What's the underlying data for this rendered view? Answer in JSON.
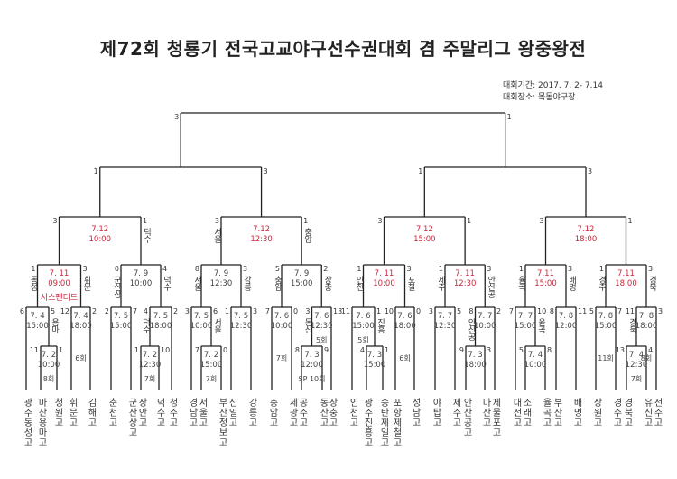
{
  "title": "제72회 청룡기 전국고교야구선수권대회 겸 주말리그 왕중왕전",
  "period": "대회기간: 2017. 7. 2- 7.14",
  "venue": "대회장소: 목동야구장",
  "colors": {
    "highlight": "#c8283c",
    "line": "#222222"
  },
  "bracket": {
    "round": 6,
    "left": {
      "score": "3",
      "child": {
        "round": 5,
        "left": {
          "score": "1",
          "child": {
            "round": 4,
            "date": "7.12",
            "time": "10:00",
            "red": true,
            "left": {
              "score": "3",
              "child": {
                "round": 3,
                "date": "7. 11",
                "time": "09:00",
                "note": "서스펜디드",
                "red": true,
                "left": {
                  "score": "1",
                  "label": "동성",
                  "child": {
                    "round": 2,
                    "date": "7. 4",
                    "time": "15:00",
                    "left": {
                      "score": "6",
                      "child": {
                        "team": "광주동성고"
                      }
                    },
                    "right": {
                      "score": "5",
                      "label": "용마",
                      "child": {
                        "round": 1,
                        "date": "7. 2",
                        "time": "10:00",
                        "note": "8회",
                        "left": {
                          "score": "11",
                          "child": {
                            "team": "마산용마고"
                          }
                        },
                        "right": {
                          "score": "1",
                          "child": {
                            "team": "청원고"
                          }
                        }
                      }
                    }
                  }
                },
                "right": {
                  "score": "3",
                  "label": "휘문",
                  "child": {
                    "round": 2,
                    "date": "7. 4",
                    "time": "18:00",
                    "note": "6회",
                    "left": {
                      "score": "12",
                      "child": {
                        "team": "휘문고"
                      }
                    },
                    "right": {
                      "score": "2",
                      "child": {
                        "team": "김해고"
                      }
                    }
                  }
                }
              }
            },
            "right": {
              "score": "1",
              "label": "덕수",
              "child": {
                "round": 3,
                "date": "7. 9",
                "time": "10:00",
                "left": {
                  "score": "0",
                  "label": "군산상",
                  "child": {
                    "round": 2,
                    "date": "7. 5",
                    "time": "15:00",
                    "left": {
                      "score": "2",
                      "child": {
                        "team": "춘천고"
                      }
                    },
                    "right": {
                      "score": "7",
                      "child": {
                        "team": "군산상고"
                      }
                    }
                  }
                },
                "right": {
                  "score": "4",
                  "label": "덕수",
                  "child": {
                    "round": 2,
                    "date": "7. 5",
                    "time": "18:00",
                    "left": {
                      "score": "4",
                      "label": "덕수",
                      "child": {
                        "round": 1,
                        "date": "7. 2",
                        "time": "12:30",
                        "note": "7회",
                        "left": {
                          "score": "1",
                          "child": {
                            "team": "장안고"
                          }
                        },
                        "right": {
                          "score": "10",
                          "child": {
                            "team": "덕수고"
                          }
                        }
                      }
                    },
                    "right": {
                      "score": "2",
                      "child": {
                        "team": "청주고"
                      }
                    }
                  }
                }
              }
            }
          }
        },
        "right": {
          "score": "3",
          "child": {
            "round": 4,
            "date": "7.12",
            "time": "12:30",
            "red": true,
            "left": {
              "score": "3",
              "label": "서울",
              "child": {
                "round": 3,
                "date": "7. 9",
                "time": "12:30",
                "left": {
                  "score": "8",
                  "label": "서울",
                  "child": {
                    "round": 2,
                    "date": "7. 5",
                    "time": "10:00",
                    "left": {
                      "score": "3",
                      "child": {
                        "team": "경남고"
                      }
                    },
                    "right": {
                      "score": "6",
                      "label": "서울",
                      "child": {
                        "round": 1,
                        "date": "7. 2",
                        "time": "15:00",
                        "note": "7회",
                        "left": {
                          "score": "7",
                          "child": {
                            "team": "서울고"
                          }
                        },
                        "right": {
                          "score": "0",
                          "child": {
                            "team": "부산정보고"
                          }
                        }
                      }
                    }
                  }
                },
                "right": {
                  "score": "3",
                  "label": "강릉",
                  "child": {
                    "round": 2,
                    "date": "7. 5",
                    "time": "12:30",
                    "left": {
                      "score": "1",
                      "child": {
                        "team": "신일고"
                      }
                    },
                    "right": {
                      "score": "3",
                      "child": {
                        "team": "강릉고"
                      }
                    }
                  }
                }
              }
            },
            "right": {
              "score": "1",
              "label": "충암",
              "child": {
                "round": 3,
                "date": "7. 9",
                "time": "15:00",
                "left": {
                  "score": "5",
                  "label": "충암",
                  "child": {
                    "round": 2,
                    "date": "7. 6",
                    "time": "10:00",
                    "note": "7회",
                    "left": {
                      "score": "7",
                      "child": {
                        "team": "충암고"
                      }
                    },
                    "right": {
                      "score": "0",
                      "child": {
                        "team": "세광고"
                      }
                    }
                  }
                },
                "right": {
                  "score": "2",
                  "label": "장충",
                  "child": {
                    "round": 2,
                    "date": "7. 6",
                    "time": "12:30",
                    "note": "5회",
                    "left": {
                      "score": "3",
                      "label": "동산",
                      "child": {
                        "round": 1,
                        "date": "7. 3",
                        "time": "12:00",
                        "note": "SP 10회",
                        "left": {
                          "score": "8",
                          "child": {
                            "team": "공주고"
                          }
                        },
                        "right": {
                          "score": "9",
                          "child": {
                            "team": "동산고"
                          }
                        }
                      }
                    },
                    "right": {
                      "score": "13",
                      "child": {
                        "team": "장충고"
                      }
                    }
                  }
                }
              }
            }
          }
        }
      }
    },
    "right": {
      "score": "1",
      "child": {
        "round": 5,
        "left": {
          "score": "1",
          "child": {
            "round": 4,
            "date": "7.12",
            "time": "15:00",
            "red": true,
            "left": {
              "score": "3",
              "child": {
                "round": 3,
                "date": "7. 11",
                "time": "10:00",
                "red": true,
                "left": {
                  "score": "1",
                  "label": "인천",
                  "child": {
                    "round": 2,
                    "date": "7. 6",
                    "time": "15:00",
                    "note": "5회",
                    "left": {
                      "score": "11",
                      "child": {
                        "team": "인천고"
                      }
                    },
                    "right": {
                      "score": "1",
                      "label": "진흥",
                      "child": {
                        "round": 1,
                        "date": "7. 3",
                        "time": "15:00",
                        "left": {
                          "score": "4",
                          "child": {
                            "team": "광주진흥고"
                          }
                        },
                        "right": {
                          "score": "1",
                          "child": {
                            "team": "송탄제일고"
                          }
                        }
                      }
                    }
                  }
                },
                "right": {
                  "score": "3",
                  "label": "포철",
                  "child": {
                    "round": 2,
                    "date": "7. 6",
                    "time": "18:00",
                    "note": "6회",
                    "left": {
                      "score": "10",
                      "child": {
                        "team": "포항제철고"
                      }
                    },
                    "right": {
                      "score": "0",
                      "child": {
                        "team": "성남고"
                      }
                    }
                  }
                }
              }
            },
            "right": {
              "score": "1",
              "child": {
                "round": 3,
                "date": "7. 11",
                "time": "12:30",
                "red": true,
                "left": {
                  "score": "1",
                  "label": "제주",
                  "child": {
                    "round": 2,
                    "date": "7. 7",
                    "time": "12:30",
                    "left": {
                      "score": "3",
                      "child": {
                        "team": "야탑고"
                      }
                    },
                    "right": {
                      "score": "5",
                      "child": {
                        "team": "제주고"
                      }
                    }
                  }
                },
                "right": {
                  "score": "3",
                  "label": "안산공",
                  "child": {
                    "round": 2,
                    "date": "7. 7",
                    "time": "10:00",
                    "left": {
                      "score": "8",
                      "label": "안산공",
                      "child": {
                        "round": 1,
                        "date": "7. 3",
                        "time": "18:00",
                        "left": {
                          "score": "9",
                          "child": {
                            "team": "안산공고"
                          }
                        },
                        "right": {
                          "score": "3",
                          "child": {
                            "team": "마산고"
                          }
                        }
                      }
                    },
                    "right": {
                      "score": "2",
                      "child": {
                        "team": "제물포고"
                      }
                    }
                  }
                }
              }
            }
          }
        },
        "right": {
          "score": "3",
          "child": {
            "round": 4,
            "date": "7.12",
            "time": "18:00",
            "red": true,
            "left": {
              "score": "3",
              "child": {
                "round": 3,
                "date": "7.11",
                "time": "15:00",
                "red": true,
                "left": {
                  "score": "1",
                  "label": "율곡",
                  "child": {
                    "round": 2,
                    "date": "7. 7",
                    "time": "15:00",
                    "left": {
                      "score": "7",
                      "child": {
                        "team": "대전고"
                      }
                    },
                    "right": {
                      "score": "10",
                      "label": "율곡",
                      "child": {
                        "round": 1,
                        "date": "7. 4",
                        "time": "10:00",
                        "left": {
                          "score": "5",
                          "child": {
                            "team": "소래고"
                          }
                        },
                        "right": {
                          "score": "8",
                          "child": {
                            "team": "율곡고"
                          }
                        }
                      }
                    }
                  }
                },
                "right": {
                  "score": "3",
                  "label": "배명",
                  "child": {
                    "round": 2,
                    "date": "7. 8",
                    "time": "12:00",
                    "left": {
                      "score": "8",
                      "child": {
                        "team": "부산고"
                      }
                    },
                    "right": {
                      "score": "11",
                      "child": {
                        "team": "배명고"
                      }
                    }
                  }
                }
              }
            },
            "right": {
              "score": "1",
              "child": {
                "round": 3,
                "date": "7.11",
                "time": "18:00",
                "red": true,
                "left": {
                  "score": "1",
                  "label": "경주",
                  "child": {
                    "round": 2,
                    "date": "7. 8",
                    "time": "15:00",
                    "note": "11회",
                    "left": {
                      "score": "5",
                      "child": {
                        "team": "상원고"
                      }
                    },
                    "right": {
                      "score": "7",
                      "child": {
                        "team": "경주고"
                      }
                    }
                  }
                },
                "right": {
                  "score": "3",
                  "label": "경북",
                  "child": {
                    "round": 2,
                    "date": "7. 8",
                    "time": "18:00",
                    "note": "8회",
                    "left": {
                      "score": "11",
                      "label": "경북",
                      "child": {
                        "round": 1,
                        "date": "7. 4",
                        "time": "12:30",
                        "note": "7회",
                        "left": {
                          "score": "13",
                          "child": {
                            "team": "경북고"
                          }
                        },
                        "right": {
                          "score": "4",
                          "child": {
                            "team": "유신고"
                          }
                        }
                      }
                    },
                    "right": {
                      "score": "3",
                      "child": {
                        "team": "전주고"
                      }
                    }
                  }
                }
              }
            }
          }
        }
      }
    }
  }
}
